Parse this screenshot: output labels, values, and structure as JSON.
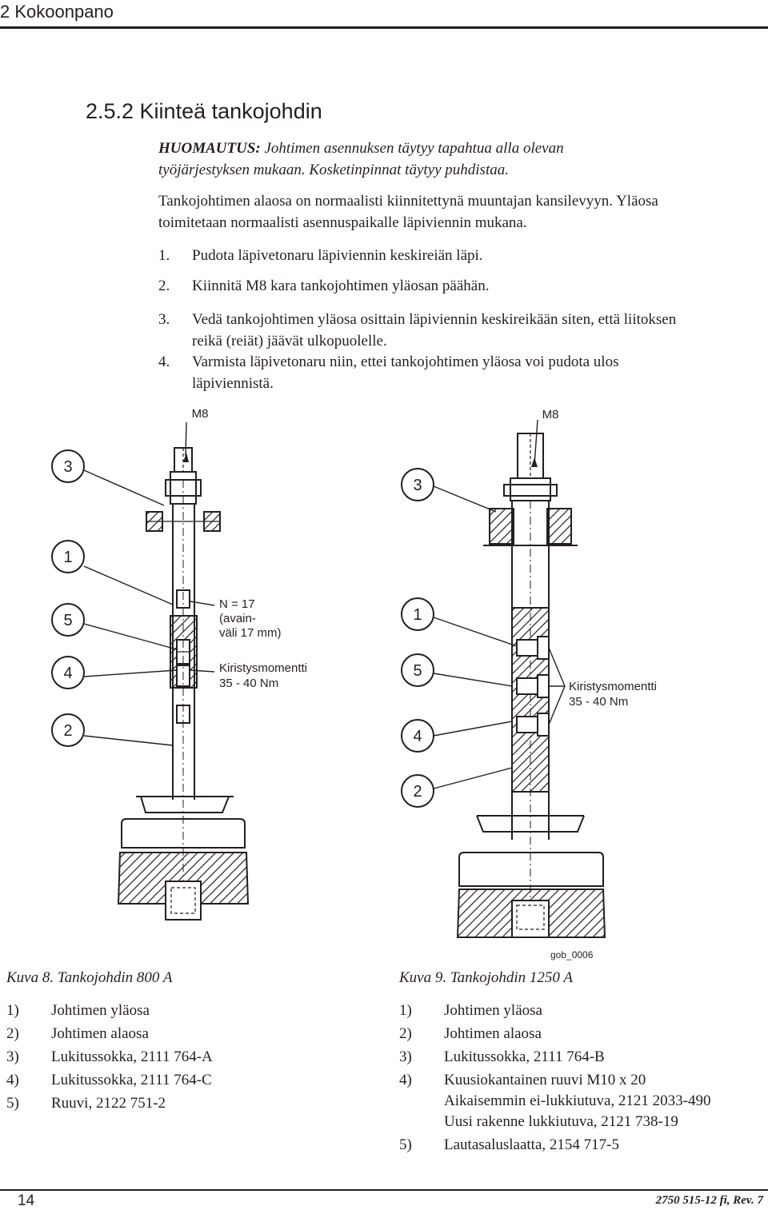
{
  "header": {
    "chapter": "2   Kokoonpano"
  },
  "section": {
    "title": "2.5.2   Kiinteä tankojohdin"
  },
  "note": {
    "label": "HUOMAUTUS:",
    "line1": "Johtimen asennuksen täytyy tapahtua alla olevan",
    "line2": "työjärjestyksen mukaan. Kosketinpinnat täytyy puhdistaa."
  },
  "intro": {
    "line1": "Tankojohtimen alaosa on normaalisti kiinnitettynä muuntajan kansilevyyn. Yläosa",
    "line2": "toimitetaan normaalisti asennuspaikalle läpiviennin mukana."
  },
  "steps": [
    {
      "n": "1.",
      "lines": [
        "Pudota läpivetonaru läpiviennin keskireiän läpi."
      ]
    },
    {
      "n": "2.",
      "lines": [
        "Kiinnitä M8 kara tankojohtimen yläosan päähän."
      ]
    },
    {
      "n": "3.",
      "lines": [
        "Vedä tankojohtimen yläosa osittain läpiviennin keskireikään siten, että liitoksen",
        "reikä (reiät) jäävät ulkopuolelle."
      ]
    },
    {
      "n": "4.",
      "lines": [
        "Varmista läpivetonaru niin, ettei tankojohtimen yläosa voi pudota ulos",
        "läpiviennistä."
      ]
    }
  ],
  "figure": {
    "left": {
      "m8": "M8",
      "callouts": [
        "3",
        "1",
        "5",
        "4",
        "2"
      ],
      "note_n": [
        "N = 17",
        "(avain-",
        "väli 17 mm)"
      ],
      "torque": [
        "Kiristysmomentti",
        "35 - 40 Nm"
      ]
    },
    "right": {
      "m8": "M8",
      "callouts": [
        "3",
        "1",
        "5",
        "4",
        "2"
      ],
      "torque": [
        "Kiristysmomentti",
        "35 - 40 Nm"
      ]
    },
    "code": "gob_0006"
  },
  "captions": {
    "left": "Kuva 8. Tankojohdin 800 A",
    "right": "Kuva 9. Tankojohdin 1250 A"
  },
  "legend_left": [
    {
      "n": "1)",
      "t": "Johtimen yläosa"
    },
    {
      "n": "2)",
      "t": "Johtimen alaosa"
    },
    {
      "n": "3)",
      "t": "Lukitussokka, 2111 764-A"
    },
    {
      "n": "4)",
      "t": "Lukitussokka, 2111 764-C"
    },
    {
      "n": "5)",
      "t": "Ruuvi, 2122 751-2"
    }
  ],
  "legend_right": [
    {
      "n": "1)",
      "t": "Johtimen yläosa"
    },
    {
      "n": "2)",
      "t": "Johtimen alaosa"
    },
    {
      "n": "3)",
      "t": "Lukitussokka, 2111 764-B"
    },
    {
      "n": "4)",
      "t": "Kuusiokantainen ruuvi M10 x 20"
    },
    {
      "n": "",
      "t": "Aikaisemmin ei-lukkiutuva, 2121 2033-490"
    },
    {
      "n": "",
      "t": "Uusi rakenne lukkiutuva, 2121 738-19"
    },
    {
      "n": "5)",
      "t": "Lautasaluslaatta, 2154 717-5"
    }
  ],
  "footer": {
    "page": "14",
    "ref": "2750 515-12 fi, Rev. 7"
  }
}
